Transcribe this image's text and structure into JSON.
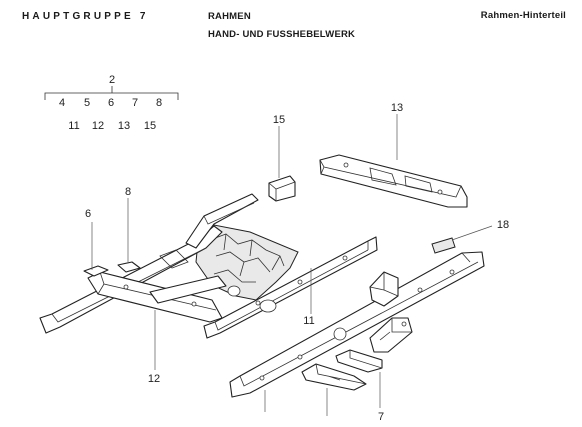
{
  "header": {
    "group": "HAUPTGRUPPE 7",
    "title_line1": "RAHMEN",
    "title_line2": "HAND- UND FUSSHEBELWERK",
    "section": "Rahmen-Hinterteil"
  },
  "legend": {
    "top": "2",
    "row1": [
      "4",
      "5",
      "6",
      "7",
      "8"
    ],
    "row2": [
      "11",
      "12",
      "13",
      "15"
    ]
  },
  "callouts": {
    "c6": "6",
    "c8": "8",
    "c15": "15",
    "c13": "13",
    "c18": "18",
    "c11": "11",
    "c12": "12",
    "c7": "7"
  }
}
